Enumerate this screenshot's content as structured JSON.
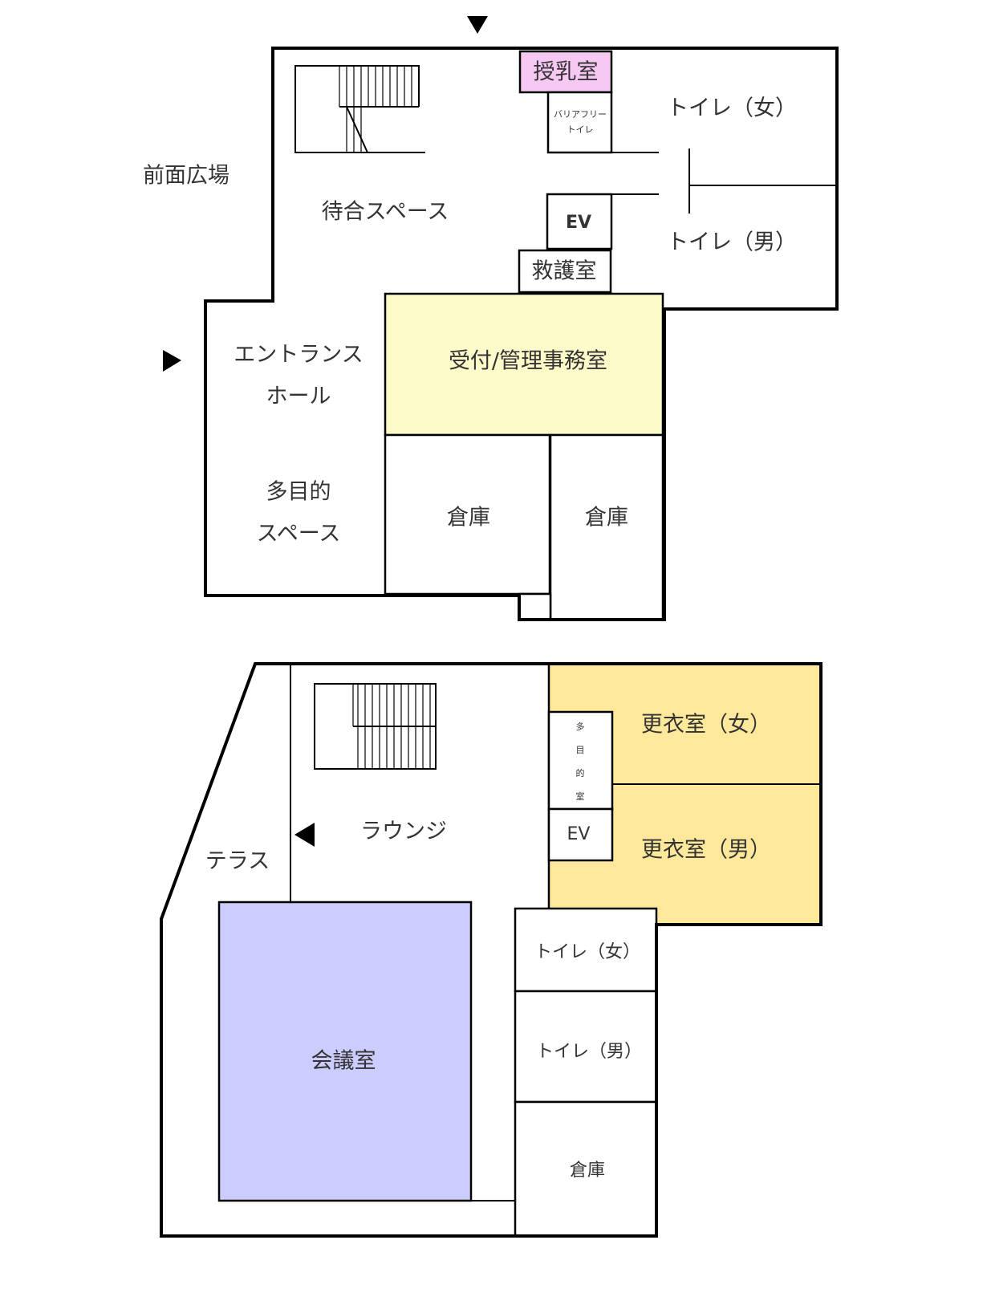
{
  "colors": {
    "nursing": "#f6c8f3",
    "reception": "#fbfac8",
    "changing": "#fde89b",
    "meeting": "#ccccff",
    "wall": "#000000"
  },
  "floor1": {
    "plaza": "前面広場",
    "waiting": "待合スペース",
    "nursing": "授乳室",
    "barrier_free_1": "バリアフリー",
    "barrier_free_2": "トイレ",
    "toilet_f": "トイレ（女）",
    "toilet_m": "トイレ（男）",
    "ev": "EV",
    "first_aid": "救護室",
    "entrance_1": "エントランス",
    "entrance_2": "ホール",
    "reception": "受付/管理事務室",
    "multi_1": "多目的",
    "multi_2": "スペース",
    "storage_1": "倉庫",
    "storage_2": "倉庫"
  },
  "floor2": {
    "terrace": "テラス",
    "lounge": "ラウンジ",
    "multi_room": [
      "多",
      "目",
      "的",
      "室"
    ],
    "ev": "EV",
    "changing_f": "更衣室（女）",
    "changing_m": "更衣室（男）",
    "meeting": "会議室",
    "toilet_f": "トイレ（女）",
    "toilet_m": "トイレ（男）",
    "storage": "倉庫"
  }
}
